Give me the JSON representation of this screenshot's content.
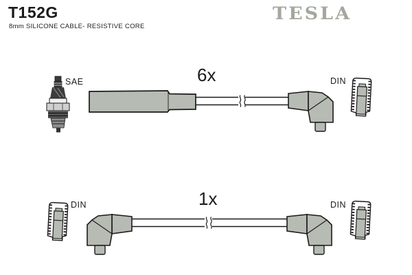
{
  "header": {
    "part_number": "T152G",
    "subtitle": "8mm SILICONE CABLE- RESISTIVE CORE",
    "brand_logo": "TESLA"
  },
  "colors": {
    "boot_gray": "#b6bbb3",
    "plug_light_gray": "#cfcfcf",
    "logo_gray": "#a3a89f",
    "line_black": "#1b1b1b"
  },
  "diagrams": {
    "top": {
      "quantity": "6x",
      "left_connector": "SAE",
      "right_connector": "DIN",
      "parts": [
        "spark-plug",
        "straight-boot",
        "cable-with-break",
        "elbow-boot",
        "din-cap"
      ]
    },
    "bottom": {
      "quantity": "1x",
      "left_connector": "DIN",
      "right_connector": "DIN",
      "parts": [
        "din-cap",
        "elbow-boot",
        "cable-with-break",
        "elbow-boot",
        "din-cap"
      ]
    }
  },
  "icons": {
    "spark_plug": "spark-plug-icon",
    "straight_boot": "straight-boot-icon",
    "elbow_boot": "elbow-boot-icon",
    "din_cap": "din-connector-icon",
    "cable_break": "cable-break-icon"
  }
}
